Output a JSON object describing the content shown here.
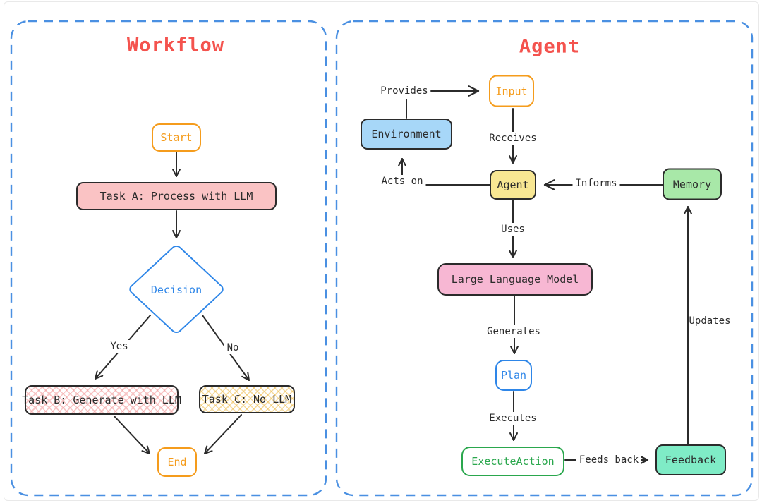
{
  "workflow": {
    "title": "Workflow",
    "nodes": {
      "start": {
        "label": "Start"
      },
      "task_a": {
        "label": "Task A: Process with LLM"
      },
      "decision": {
        "label": "Decision"
      },
      "task_b": {
        "label": "Task B: Generate with LLM"
      },
      "task_c": {
        "label": "Task C: No LLM"
      },
      "end": {
        "label": "End"
      }
    },
    "edges": {
      "yes": "Yes",
      "no": "No"
    }
  },
  "agent_panel": {
    "title": "Agent",
    "nodes": {
      "input": {
        "label": "Input"
      },
      "environment": {
        "label": "Environment"
      },
      "agent": {
        "label": "Agent"
      },
      "memory": {
        "label": "Memory"
      },
      "llm": {
        "label": "Large Language Model"
      },
      "plan": {
        "label": "Plan"
      },
      "execute_action": {
        "label": "ExecuteAction"
      },
      "feedback": {
        "label": "Feedback"
      }
    },
    "edges": {
      "provides": "Provides",
      "receives": "Receives",
      "acts_on": "Acts on",
      "informs": "Informs",
      "uses": "Uses",
      "generates": "Generates",
      "executes": "Executes",
      "feeds_back": "Feeds back",
      "updates": "Updates"
    }
  },
  "colors": {
    "title_red": "#f4534e",
    "edge_ink": "#2b2b2b",
    "panel_dash_blue": "#4a90e2",
    "orange_accent": "#f59c1c",
    "blue_accent": "#2e86e8",
    "green_accent": "#2aa74d",
    "task_a_pink": "#fac3c4",
    "llm_pink": "#f7b7d3",
    "agent_yellow": "#f8e793",
    "memory_green": "#a8e8a8",
    "feedback_teal": "#7fecc6",
    "environment_blue": "#a7d7f8"
  }
}
